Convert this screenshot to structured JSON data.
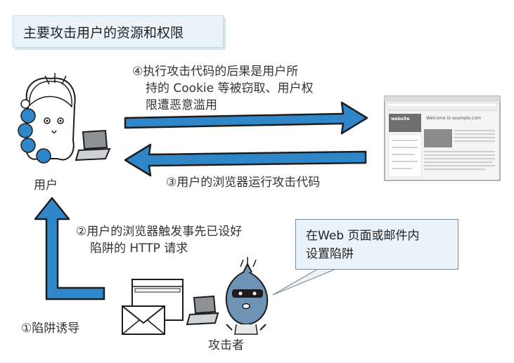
{
  "title": "主要攻击用户的资源和权限",
  "step4": [
    "④执行攻击代码的后果是用户所",
    "持的 Cookie 等被窃取、用户权",
    "限遭恶意滥用"
  ],
  "step3": "③用户的浏览器运行攻击代码",
  "step2": [
    "②用户的浏览器触发事先已设好",
    "陷阱的 HTTP 请求"
  ],
  "step1": "①陷阱诱导",
  "user_label": "用户",
  "attacker_label": "攻击者",
  "callout": [
    "在Web 页面或邮件内",
    "设置陷阱"
  ],
  "website": {
    "logo": "website",
    "heading": "Welcome to example.com"
  },
  "colors": {
    "arrow": "#2f86c8",
    "arrow_outline": "#1d1d1d",
    "box_bg": "#eaf3fa"
  }
}
